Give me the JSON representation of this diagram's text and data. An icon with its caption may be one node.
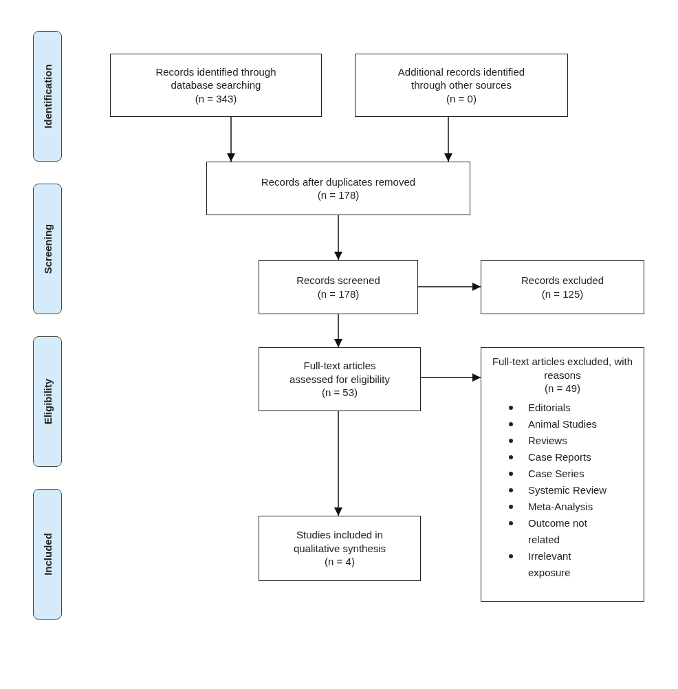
{
  "diagram": {
    "nodes": [
      {
        "text": [
          "Identification"
        ]
      },
      {
        "text": [
          "Screening"
        ]
      },
      {
        "text": [
          "Eligibility"
        ]
      },
      {
        "text": [
          "Included"
        ]
      },
      {
        "text": [
          "Records identified through database searching",
          "(n = 343)"
        ]
      },
      {
        "text": [
          "Additional records identified through other sources",
          "(n = 0)"
        ]
      },
      {
        "text": [
          "Records after duplicates removed",
          "(n = 178)"
        ]
      },
      {
        "text": [
          "Records screened",
          "(n = 178)"
        ]
      },
      {
        "text": [
          "Records excluded",
          "(n = 125)"
        ]
      },
      {
        "text": [
          "Full-text articles assessed for eligibility",
          "(n = 53)"
        ]
      },
      {
        "text": [
          "Full-text articles excluded, with reasons",
          "(n = 49)",
          "Editorials",
          "Animal Studies",
          "Reviews",
          "Case Reports",
          "Case Series",
          "Systemic Review",
          "Meta-Analysis",
          "Outcome not related",
          "Irrelevant exposure"
        ]
      },
      {
        "text": [
          "Studies included in qualitative synthesis",
          "(n = 4)"
        ]
      }
    ],
    "edges": [
      {
        "from": 4,
        "to": 6,
        "arrow": "to"
      },
      {
        "from": 5,
        "to": 6,
        "arrow": "to"
      },
      {
        "from": 6,
        "to": 7,
        "arrow": "to"
      },
      {
        "from": 7,
        "to": 8,
        "arrow": "to"
      },
      {
        "from": 7,
        "to": 9,
        "arrow": "to"
      },
      {
        "from": 9,
        "to": 10,
        "arrow": "to"
      },
      {
        "from": 9,
        "to": 11,
        "arrow": "to"
      }
    ]
  }
}
